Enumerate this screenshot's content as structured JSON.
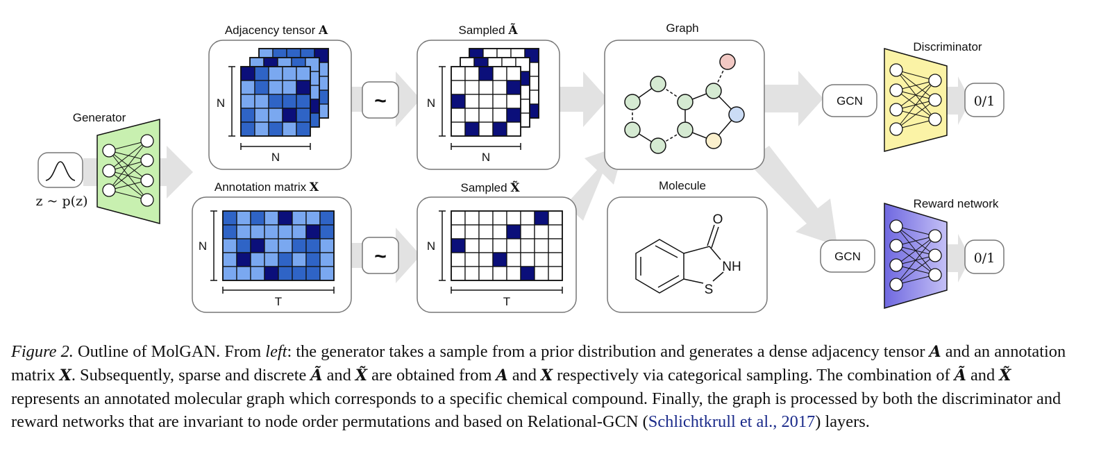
{
  "figure": {
    "generator_label": "Generator",
    "prior_label": "z ~ p(z)",
    "adjacency_label": "Adjacency tensor ",
    "adjacency_symbol": "A",
    "annotation_label": "Annotation matrix ",
    "annotation_symbol": "X",
    "sampled_a_label": "Sampled ",
    "sampled_a_symbol": "Ã",
    "sampled_x_label": "Sampled ",
    "sampled_x_symbol": "X̃",
    "graph_label": "Graph",
    "molecule_label": "Molecule",
    "discriminator_label": "Discriminator",
    "reward_label": "Reward network",
    "gcn_label": "GCN",
    "output_label": "0/1",
    "tilde_symbol": "~",
    "dim_n": "N",
    "dim_t": "T",
    "atom_o": "O",
    "atom_nh": "NH",
    "atom_s": "S",
    "colors": {
      "dark_blue": "#0b0f7a",
      "mid_blue": "#2f64c6",
      "light_blue": "#7aa8f0",
      "generator_green": "#c8f0b0",
      "discriminator_yellow": "#fbf3a6",
      "reward_purple": "#8c86e8",
      "arrow_gray": "#e2e2e2"
    }
  },
  "caption": {
    "fig_label": "Figure 2.",
    "t1": " Outline of MolGAN. From ",
    "left_word": "left",
    "t2": ": the generator takes a sample from a prior distribution and generates a dense adjacency tensor ",
    "A": "A",
    "t3": " and an annotation matrix ",
    "X": "X",
    "t4": ". Subsequently, sparse and discrete ",
    "At": "Ã",
    "t5": " and ",
    "Xt": "X̃",
    "t6": " are obtained from ",
    "A2": "A",
    "t7": " and ",
    "X2": "X",
    "t8": " respectively via categorical sampling. The combination of ",
    "At2": "Ã",
    "t9": " and ",
    "Xt2": "X̃",
    "t10": " represents an annotated molecular graph which corresponds to a specific chemical compound. Finally, the graph is processed by both the discriminator and reward networks that are invariant to node order permutations and based on Relational-GCN (",
    "cite": "Schlichtkrull et al., 2017",
    "t11": ") layers."
  }
}
